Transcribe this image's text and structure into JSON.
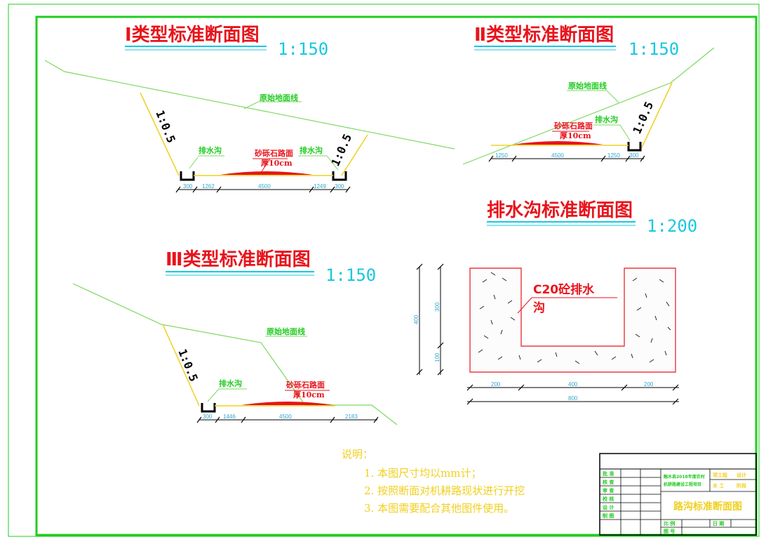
{
  "sections": {
    "s1": {
      "title": "Ⅰ类型标准断面图",
      "scale": "1:150",
      "ground_label": "原始地面线",
      "slope_left": "1:0.5",
      "slope_right": "1:0.5",
      "ditch_left": "排水沟",
      "ditch_right": "排水沟",
      "pave_label": "砂砾石路面",
      "pave_thick": "厚10cm",
      "dims": [
        "300",
        "1262",
        "4500",
        "1249",
        "300"
      ]
    },
    "s2": {
      "title": "Ⅱ类型标准断面图",
      "scale": "1:150",
      "ground_label": "原始地面线",
      "slope": "1:0.5",
      "ditch": "排水沟",
      "pave_label": "砂砾石路面",
      "pave_thick": "厚10cm",
      "dims": [
        "1250",
        "4500",
        "1250",
        "300"
      ]
    },
    "s3": {
      "title": "Ⅲ类型标准断面图",
      "scale": "1:150",
      "ground_label": "原始地面线",
      "slope": "1:0.5",
      "ditch": "排水沟",
      "pave_label": "砂砾石路面",
      "pave_thick": "厚10cm",
      "dims": [
        "300",
        "1446",
        "4500",
        "2183"
      ]
    },
    "ditch": {
      "title": "排水沟标准断面图",
      "scale": "1:200",
      "material": "C20砼排水",
      "material2": "沟",
      "vdims": [
        "400",
        "300",
        "100"
      ],
      "hdims": [
        "200",
        "400",
        "200"
      ],
      "total": "800"
    }
  },
  "notes": {
    "heading": "说明：",
    "items": [
      "1. 本图尺寸均以mm计；",
      "2. 按照断面对机耕路现状进行开挖",
      "3. 本图需要配合其他图件使用。"
    ]
  },
  "title_block": {
    "left_labels": [
      "批 准",
      "核 查",
      "审 查",
      "校 核",
      "设 计",
      "制 图"
    ],
    "project": [
      "融水县2018年度农村",
      "机耕路建设工程项目"
    ],
    "role1": [
      "项工程",
      "设计"
    ],
    "role2": [
      "水 工",
      "阶段"
    ],
    "drawing_title": "路沟标准断面图",
    "bottom": [
      "比 例",
      "日 期",
      "图 号"
    ]
  },
  "colors": {
    "red": "#e8141c",
    "green": "#22cc22",
    "cyan": "#18c8e0",
    "yellow": "#f0d020",
    "frame": "#22cc22"
  }
}
